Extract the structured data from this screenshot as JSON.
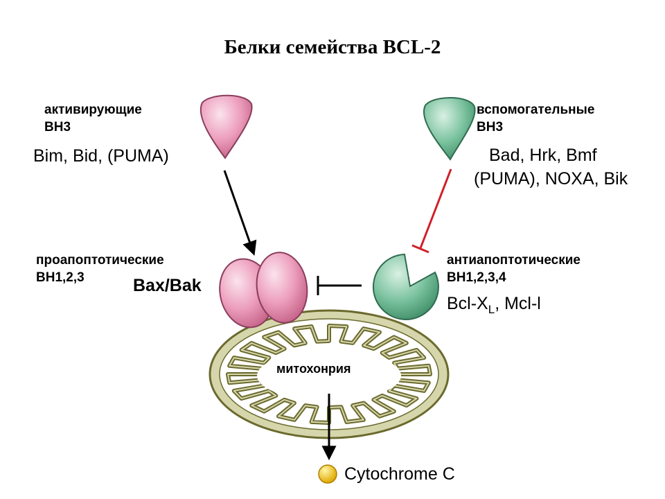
{
  "title": "Белки семейства BCL-2",
  "activating": {
    "type": "активирующие",
    "domain": "BH3",
    "members": "Bim, Bid, (PUMA)"
  },
  "sensitizing": {
    "type": "вспомогательные",
    "domain": "BH3",
    "members_line1": "Bad, Hrk, Bmf",
    "members_line2": "(PUMA), NOXA, Bik"
  },
  "proapoptotic": {
    "type": "проапоптотические",
    "domain": "BH1,2,3",
    "members": "Bax/Bak"
  },
  "antiapoptotic": {
    "type": "антиапоптотические",
    "domain": "BH1,2,3,4",
    "members_a": "Bcl-X",
    "members_sub": "L",
    "members_b": ", Mcl-l"
  },
  "mitochondrion_label": "митохонрия",
  "release_label": "Cytochrome C",
  "colors": {
    "pink": "#e58fae",
    "green": "#5fb08a",
    "mito_outer": "#c8c89a",
    "mito_stroke": "#6b6a2e",
    "inhibit_arrow": "#d0202a",
    "cytochrome": "#f2c200"
  }
}
